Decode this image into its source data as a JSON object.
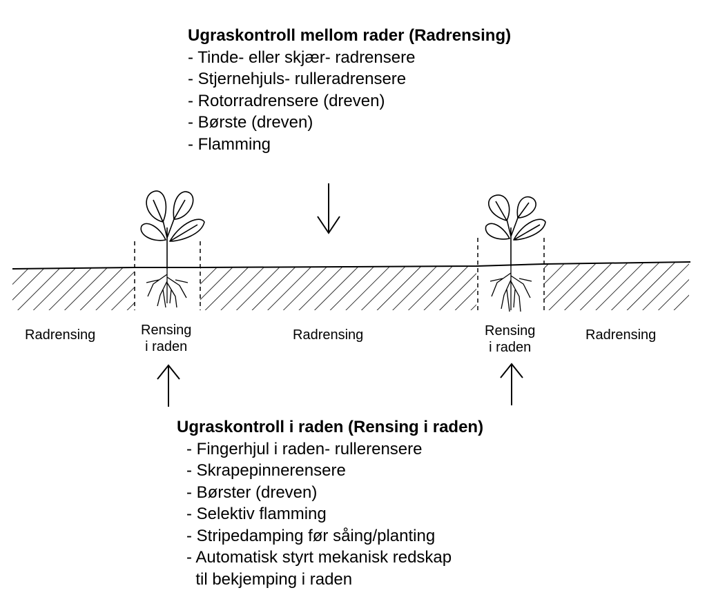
{
  "between_rows": {
    "title": "Ugraskontroll mellom rader (Radrensing)",
    "items": [
      "- Tinde- eller skjær- radrensere",
      "- Stjernehjuls- rulleradrensere",
      "- Rotorradrensere (dreven)",
      "- Børste (dreven)",
      "- Flamming"
    ]
  },
  "in_row": {
    "title": "Ugraskontroll i raden (Rensing i raden)",
    "items": [
      "- Fingerhjul i raden- rullerensere",
      "- Skrapepinnerensere",
      "- Børster (dreven)",
      "- Selektiv flamming",
      "- Stripedamping før såing/planting",
      "- Automatisk styrt mekanisk redskap",
      "  til bekjemping i raden"
    ]
  },
  "zone_labels": {
    "radrensing_left": "Radrensing",
    "rensing_left_line1": "Rensing",
    "rensing_left_line2": "i raden",
    "radrensing_middle": "Radrensing",
    "rensing_right_line1": "Rensing",
    "rensing_right_line2": "i raden",
    "radrensing_right": "Radrensing"
  }
}
